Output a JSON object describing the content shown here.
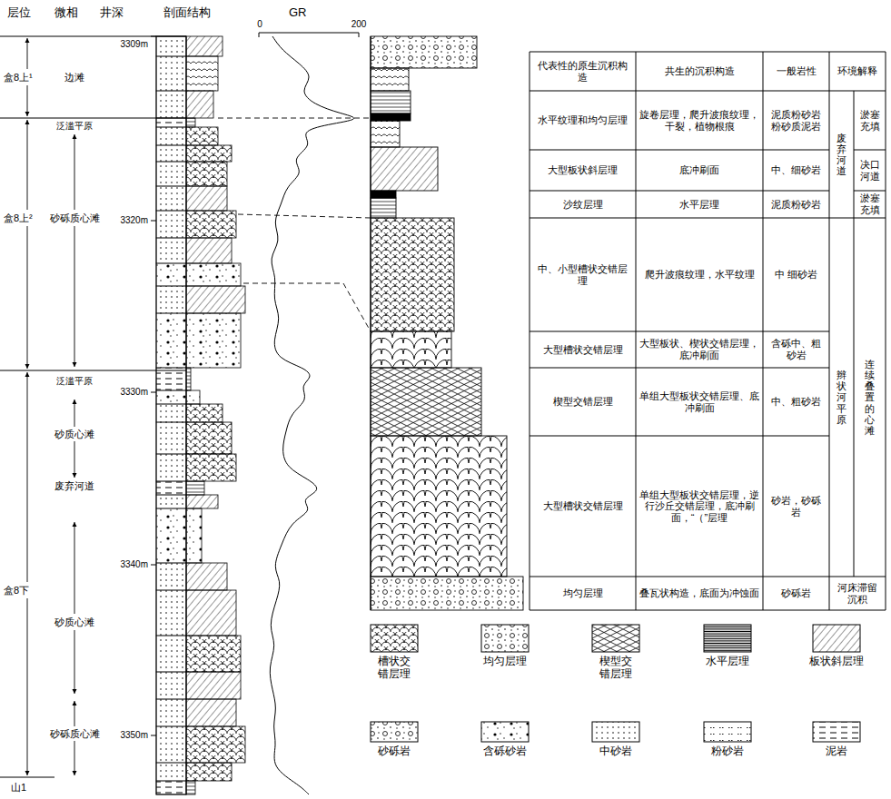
{
  "diagram": {
    "labels": [
      "层位",
      "微相",
      "井深",
      "剖面结构",
      "GR",
      "0",
      "200",
      "3309m",
      "3320m",
      "3330m",
      "3340m",
      "3350m",
      "盒8上¹",
      "盒8上²",
      "盒8下",
      "山1",
      "边滩",
      "泛滥平原",
      "砂砾质心滩",
      "泛滥平原",
      "砂质心滩",
      "废弃河道",
      "砂质心滩",
      "砂砾质心滩",
      "代表性的原生沉积构造",
      "共生的沉积构造",
      "一般岩性",
      "环境解释",
      "水平纹理和均匀层理",
      "旋卷层理，爬升波痕纹理，干裂，植物根痕",
      "泥质粉砂岩 粉砂质泥岩",
      "淤塞充填",
      "大型板状斜层理",
      "底冲刷面",
      "中、细砂岩",
      "决口河道",
      "沙纹层理",
      "水平层理",
      "泥质粉砂岩",
      "淤塞充填",
      "废弃河道",
      "中、小型槽状交错层理",
      "爬升波痕纹理，水平纹理",
      "中 细砂岩",
      "辫状河平原",
      "连续叠置的心滩",
      "大型槽状交错层理",
      "大型板状、楔状交错层理，底冲刷面",
      "含砾中、粗砂岩",
      "楔型交错层理",
      "单组大型板状交错层理、底冲刷面",
      "中、粗砂岩",
      "大型槽状交错层理",
      "单组大型板状交错层理，逆行沙丘交错层理，底冲刷面，“（”层理",
      "砂岩，砂砾岩",
      "均匀层理",
      "叠瓦状构造，底面为冲蚀面",
      "砂砾岩",
      "河床滞留沉积"
    ],
    "legend": [
      {
        "text": "槽状交错层理"
      },
      {
        "text": "均匀层理"
      },
      {
        "text": "楔型交错层理"
      },
      {
        "text": "水平层理"
      },
      {
        "text": "板状斜层理"
      },
      {
        "text": "砂砾岩"
      },
      {
        "text": "含砾砂岩"
      },
      {
        "text": "中砂岩"
      },
      {
        "text": "粉砂岩"
      },
      {
        "text": "泥岩"
      }
    ]
  }
}
